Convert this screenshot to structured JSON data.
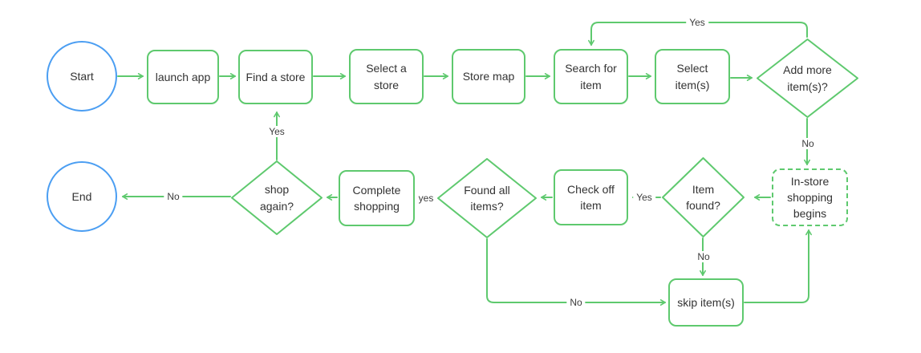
{
  "diagram": {
    "type": "flowchart",
    "background": "#ffffff",
    "colors": {
      "shape_border_green": "#5ec96e",
      "terminator_border_blue": "#4b9ef2",
      "connector_green": "#5ec96e",
      "text": "#333333"
    },
    "nodes": {
      "start": {
        "label": "Start",
        "shape": "circle"
      },
      "launch_app": {
        "label": "launch app",
        "shape": "rounded-rect"
      },
      "find_store": {
        "label": "Find a store",
        "shape": "rounded-rect"
      },
      "select_store": {
        "label": "Select a store",
        "shape": "rounded-rect"
      },
      "store_map": {
        "label": "Store map",
        "shape": "rounded-rect"
      },
      "search_item": {
        "label": "Search for item",
        "shape": "rounded-rect"
      },
      "select_items": {
        "label": "Select item(s)",
        "shape": "rounded-rect"
      },
      "add_more": {
        "label": "Add more item(s)?",
        "shape": "diamond"
      },
      "in_store": {
        "label": "In-store shopping begins",
        "shape": "dashed-rounded-rect"
      },
      "item_found": {
        "label": "Item found?",
        "shape": "diamond"
      },
      "check_off": {
        "label": "Check off item",
        "shape": "rounded-rect"
      },
      "found_all": {
        "label": "Found all items?",
        "shape": "diamond"
      },
      "complete": {
        "label": "Complete shopping",
        "shape": "rounded-rect"
      },
      "shop_again": {
        "label": "shop again?",
        "shape": "diamond"
      },
      "end": {
        "label": "End",
        "shape": "circle"
      },
      "skip": {
        "label": "skip item(s)",
        "shape": "rounded-rect"
      }
    },
    "edge_labels": {
      "add_more_yes": "Yes",
      "add_more_no": "No",
      "item_found_yes": "Yes",
      "item_found_no": "No",
      "found_all_yes": "yes",
      "found_all_no": "No",
      "shop_again_yes": "Yes",
      "shop_again_no": "No"
    },
    "edges": [
      {
        "from": "start",
        "to": "launch_app",
        "label": ""
      },
      {
        "from": "launch_app",
        "to": "find_store",
        "label": ""
      },
      {
        "from": "find_store",
        "to": "select_store",
        "label": ""
      },
      {
        "from": "select_store",
        "to": "store_map",
        "label": ""
      },
      {
        "from": "store_map",
        "to": "search_item",
        "label": ""
      },
      {
        "from": "search_item",
        "to": "select_items",
        "label": ""
      },
      {
        "from": "select_items",
        "to": "add_more",
        "label": ""
      },
      {
        "from": "add_more",
        "to": "search_item",
        "label": "Yes"
      },
      {
        "from": "add_more",
        "to": "in_store",
        "label": "No"
      },
      {
        "from": "in_store",
        "to": "item_found",
        "label": ""
      },
      {
        "from": "item_found",
        "to": "check_off",
        "label": "Yes"
      },
      {
        "from": "item_found",
        "to": "skip",
        "label": "No"
      },
      {
        "from": "check_off",
        "to": "found_all",
        "label": ""
      },
      {
        "from": "found_all",
        "to": "complete",
        "label": "yes"
      },
      {
        "from": "found_all",
        "to": "skip",
        "label": "No"
      },
      {
        "from": "skip",
        "to": "in_store",
        "label": ""
      },
      {
        "from": "complete",
        "to": "shop_again",
        "label": ""
      },
      {
        "from": "shop_again",
        "to": "find_store",
        "label": "Yes"
      },
      {
        "from": "shop_again",
        "to": "end",
        "label": "No"
      }
    ]
  }
}
